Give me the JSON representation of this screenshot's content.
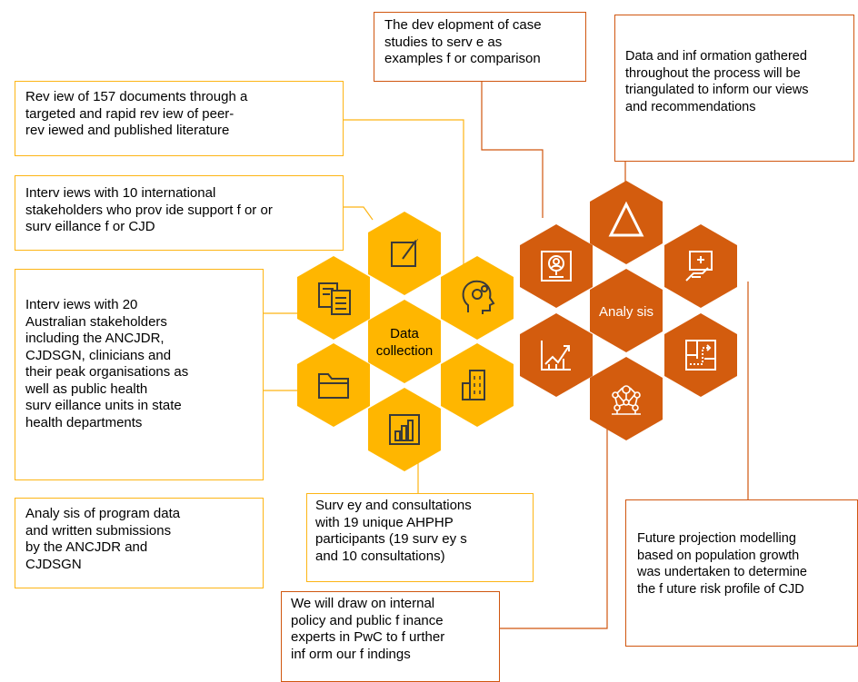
{
  "colors": {
    "yellow": "#FFB600",
    "yellow_border": "#FDB515",
    "orange": "#D0560F",
    "orange_hex": "#D35C0E"
  },
  "data_collection": {
    "label_line1": "Data",
    "label_line2": "collection",
    "icons": [
      "edit-icon",
      "document-compare-icon",
      "folder-icon",
      "head-gears-icon",
      "building-icon",
      "bar-chart-icon"
    ]
  },
  "analysis": {
    "label": "Analy sis",
    "icons": [
      "delta-triangle-icon",
      "person-search-icon",
      "hand-growth-icon",
      "line-chart-icon",
      "flow-map-icon",
      "network-icon"
    ]
  },
  "boxes": {
    "case_studies": [
      "The dev elopment of case",
      "studies to serv e as",
      "examples f or comparison"
    ],
    "triangulated": [
      "Data and inf ormation gathered",
      "throughout the process will be",
      "triangulated to inform our views",
      "and recommendations"
    ],
    "documents": [
      "Rev iew of 157 documents through a",
      "targeted and rapid rev iew of peer-",
      "rev iewed and published literature"
    ],
    "international": [
      "Interv iews with 10 international",
      "stakeholders who prov ide support f or or",
      "surv eillance f or CJD"
    ],
    "australian": [
      "Interv iews with 20",
      "Australian stakeholders",
      "including the ANCJDR,",
      "CJDSGN, clinicians and",
      "their peak organisations as",
      "well as public health",
      "surv eillance units in state",
      "health departments"
    ],
    "program_data": [
      "Analy sis of program data",
      "and written submissions",
      "by the ANCJDR and",
      "CJDSGN"
    ],
    "survey": [
      "Surv ey and consultations",
      "with 19 unique AHPHP",
      "participants (19 surv ey s",
      "and 10 consultations)"
    ],
    "internal": [
      "We will draw on internal",
      "policy and public f inance",
      "experts in PwC to f urther",
      "inf orm our f indings"
    ],
    "projection": [
      "Future projection modelling",
      "based on population growth",
      "was undertaken to determine",
      "the f uture risk profile of CJD"
    ]
  }
}
